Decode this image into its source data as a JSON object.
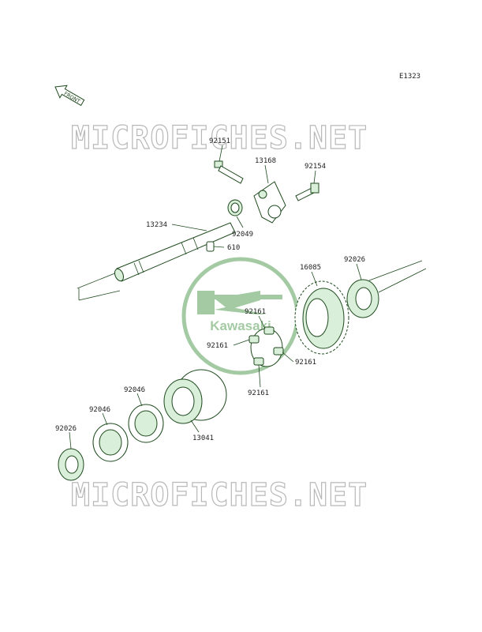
{
  "diagram_code": "E1323",
  "front_label": "FRONT",
  "watermark": "MICROFICHES.NET",
  "logo_text": "Kawasaki",
  "parts": {
    "p92151": "92151",
    "p13168": "13168",
    "p92154": "92154",
    "p13234": "13234",
    "p92049": "92049",
    "p610": "610",
    "p16085": "16085",
    "p92026_top": "92026",
    "p92161_top": "92161",
    "p92161_left": "92161",
    "p92161_right": "92161",
    "p92161_bottom": "92161",
    "p92046_a": "92046",
    "p92046_b": "92046",
    "p92026_bottom": "92026",
    "p13041": "13041"
  },
  "colors": {
    "line": "#1e4a1e",
    "part_fill": "#d9efd9",
    "logo_green": "#5aa05a"
  }
}
